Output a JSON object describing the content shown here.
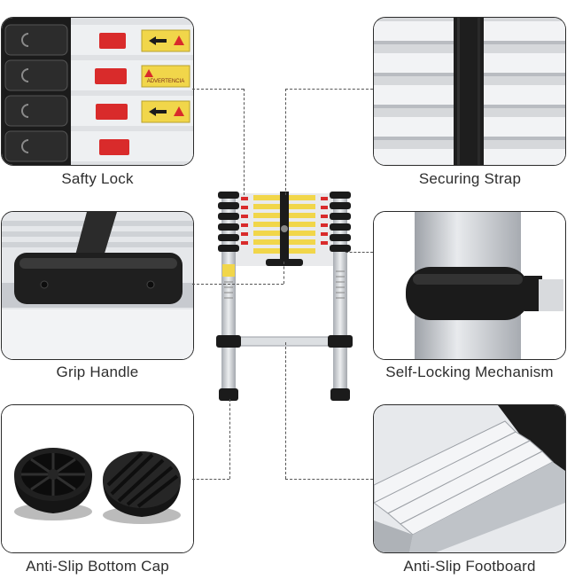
{
  "captions": {
    "top_left": "Safty Lock",
    "top_right": "Securing Strap",
    "mid_left": "Grip Handle",
    "mid_right": "Self-Locking Mechanism",
    "bottom_left": "Anti-Slip Bottom Cap",
    "bottom_right": "Anti-Slip Footboard"
  },
  "label_text": "ADVERTENCIA",
  "colors": {
    "panel_border": "#2b2b2b",
    "rubber": "#1d1d1d",
    "aluminium": "#cfd2d6",
    "lock_red": "#d92b2b",
    "warning_yellow": "#f1d64a"
  }
}
